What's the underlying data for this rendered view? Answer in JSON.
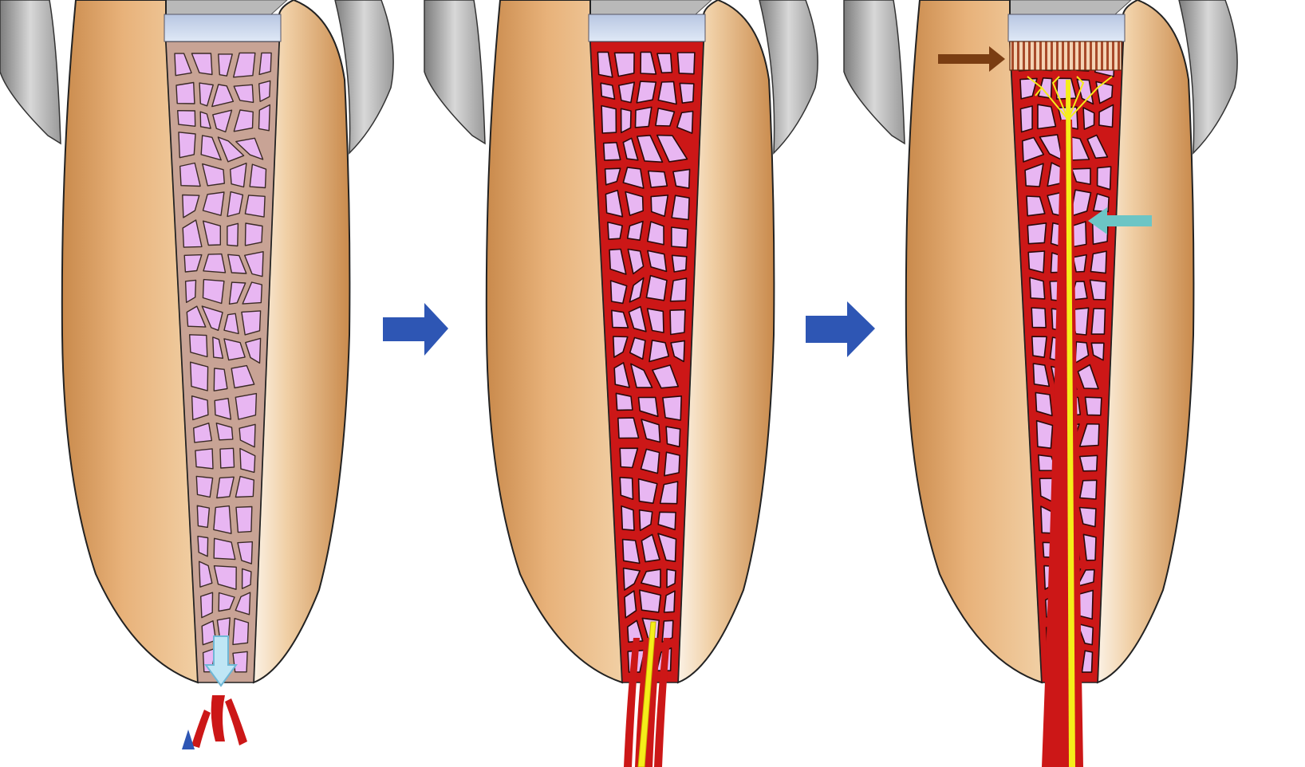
{
  "figure": {
    "panels": [
      {
        "stage": 1,
        "scaffold": "empty-scaffold",
        "bleeding_arrow": true
      },
      {
        "stage": 2,
        "scaffold": "blood-clot-invasion",
        "nerve_entering": true
      },
      {
        "stage": 3,
        "scaffold": "revascularized-tissue",
        "coronal_seal": true
      }
    ],
    "progression_arrows": 2
  },
  "colors": {
    "dentin_light": "#f1cfa4",
    "dentin_dark": "#c98a4c",
    "gingiva": "#8f8f8f",
    "pulp_space": "#e8b6f2",
    "scaffold_fibers": "#c8a395",
    "blood": "#cc1717",
    "nerve": "#f5ee1a",
    "seal_cap": "#c9d6ec",
    "seal_barrier": "#a84a2a",
    "progress_arrow": "#2e56b4",
    "brown_arrow": "#7a3d12",
    "teal_arrow": "#6cc5c5",
    "flush_arrow": "#bfe6f5"
  },
  "icons": {
    "progress": "right-arrow-icon",
    "flush": "down-arrow-icon",
    "barrier_pointer": "right-arrow-icon",
    "nerve_pointer": "left-arrow-icon"
  }
}
